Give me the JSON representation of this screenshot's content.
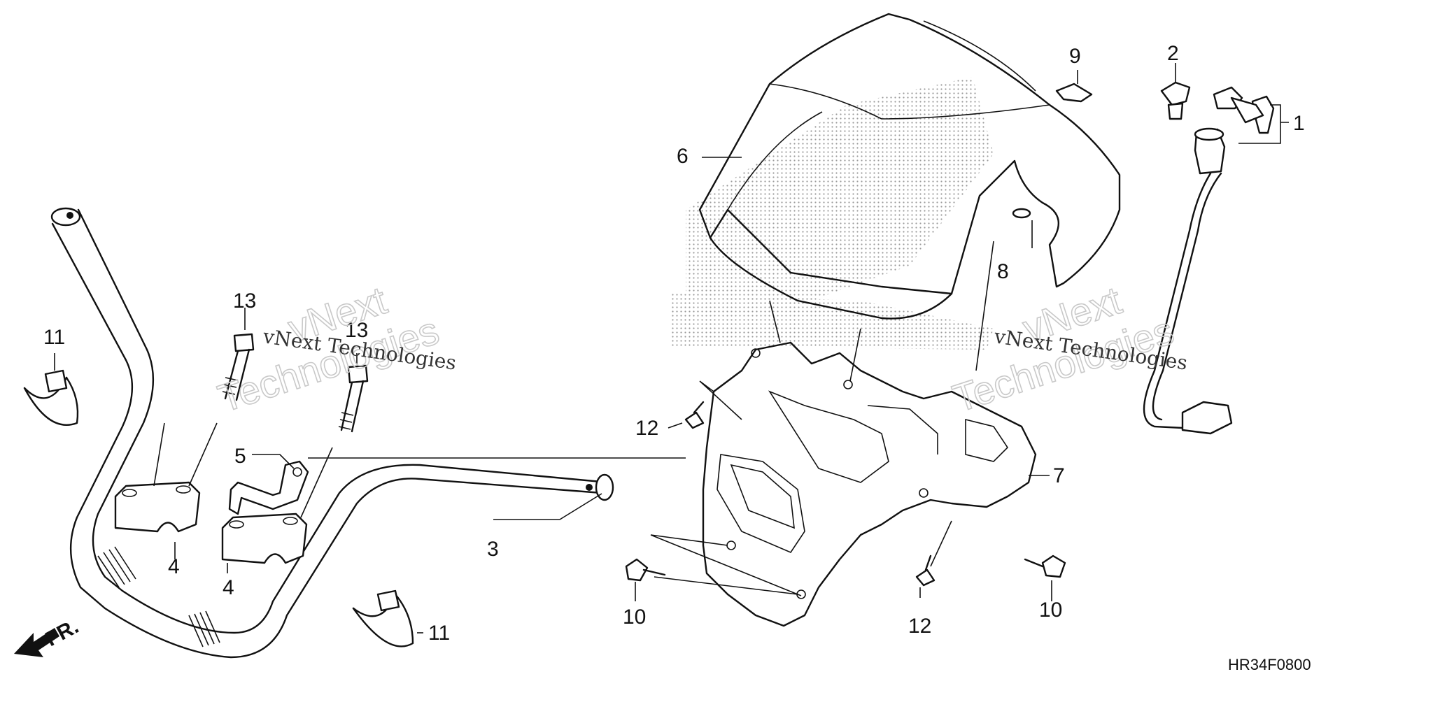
{
  "watermark": {
    "line1": "vNext Technologies",
    "arc_top": "vNext",
    "arc_bottom": "Technologies"
  },
  "direction_label": "FR.",
  "diagram_code": "HR34F0800",
  "callouts": {
    "c1": "1",
    "c2": "2",
    "c3": "3",
    "c4a": "4",
    "c4b": "4",
    "c5": "5",
    "c6": "6",
    "c7": "7",
    "c8": "8",
    "c9": "9",
    "c10a": "10",
    "c10b": "10",
    "c11a": "11",
    "c11b": "11",
    "c12a": "12",
    "c12b": "12",
    "c13a": "13",
    "c13b": "13"
  }
}
